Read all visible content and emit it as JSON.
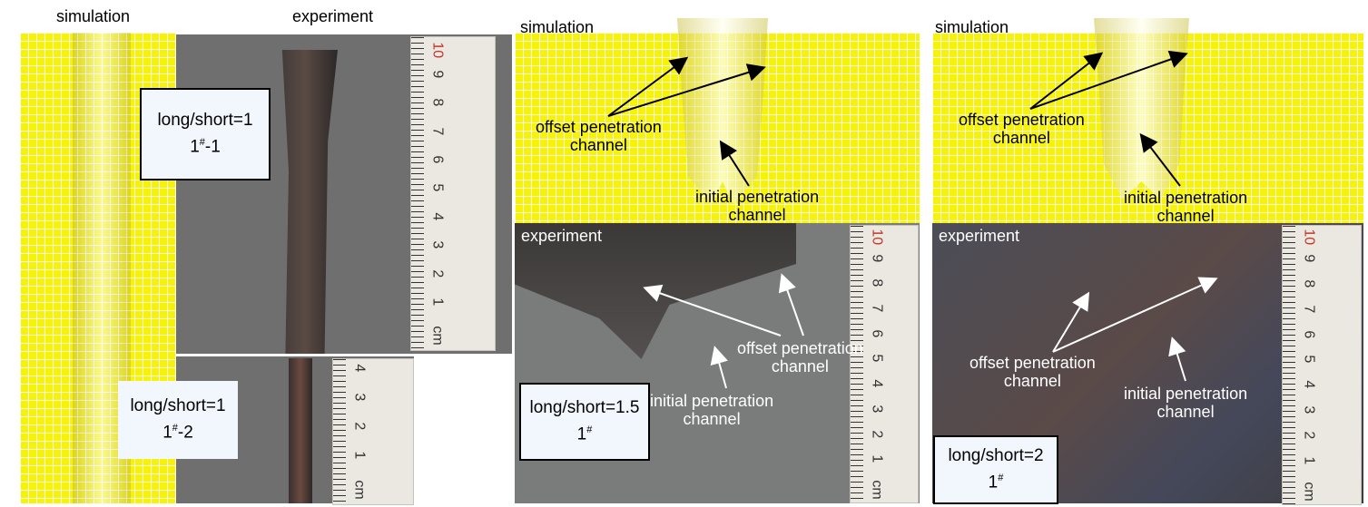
{
  "panel_left": {
    "sim_label": "simulation",
    "exp_label": "experiment",
    "box_top": {
      "line1": "long/short=1",
      "id_base": "1",
      "id_sup": "#",
      "id_suffix": "-1"
    },
    "box_bottom": {
      "line1": "long/short=1",
      "id_base": "1",
      "id_sup": "#",
      "id_suffix": "-2"
    },
    "ruler_top_numbers": [
      "10",
      "9",
      "8",
      "7",
      "6",
      "5",
      "4",
      "3",
      "2",
      "1",
      "cm"
    ],
    "ruler_bottom_numbers": [
      "4",
      "3",
      "2",
      "1",
      "cm"
    ]
  },
  "panel_middle": {
    "sim_label": "simulation",
    "exp_label": "experiment",
    "sim_offset_annotation": [
      "offset penetration",
      "channel"
    ],
    "sim_initial_annotation": [
      "initial penetration",
      "channel"
    ],
    "exp_offset_annotation": [
      "offset penetration",
      "channel"
    ],
    "exp_initial_annotation": [
      "initial penetration",
      "channel"
    ],
    "box": {
      "line1": "long/short=1.5",
      "id_base": "1",
      "id_sup": "#"
    },
    "ruler_numbers": [
      "10",
      "9",
      "8",
      "7",
      "6",
      "5",
      "4",
      "3",
      "2",
      "1",
      "cm"
    ]
  },
  "panel_right": {
    "sim_label": "simulation",
    "exp_label": "experiment",
    "sim_offset_annotation": [
      "offset penetration",
      "channel"
    ],
    "sim_initial_annotation": [
      "initial penetration",
      "channel"
    ],
    "exp_offset_annotation": [
      "offset penetration",
      "channel"
    ],
    "exp_initial_annotation": [
      "initial penetration",
      "channel"
    ],
    "box": {
      "line1": "long/short=2",
      "id_base": "1",
      "id_sup": "#"
    },
    "ruler_numbers": [
      "10",
      "9",
      "8",
      "7",
      "6",
      "5",
      "4",
      "3",
      "2",
      "1",
      "cm"
    ]
  },
  "colors": {
    "mesh_yellow": "#f7f20a",
    "metal_gray": "#6f6f70",
    "label_box": "#f2f7fd"
  }
}
